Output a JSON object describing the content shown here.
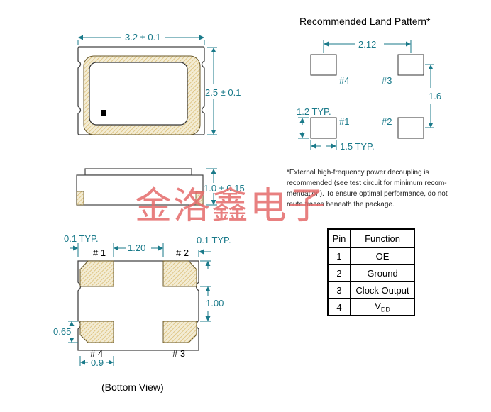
{
  "top_view": {
    "width_dim": "3.2 ± 0.1",
    "height_dim": "2.5 ± 0.1"
  },
  "side_view": {
    "thickness_dim": "1.0 ± 0.15"
  },
  "land_pattern": {
    "title": "Recommended Land Pattern*",
    "h_spacing": "2.12",
    "v_spacing": "1.6",
    "pad_h": "1.2  TYP.",
    "pad_w": "1.5  TYP.",
    "pad1": "#1",
    "pad2": "#2",
    "pad3": "#3",
    "pad4": "#4"
  },
  "note_lines": [
    "*External high-frequency power decoupling is",
    "recommended (see test circuit for minimum recom-",
    "mendation).  To ensure optimal performance, do not",
    "route traces beneath the package."
  ],
  "watermark": "金洛鑫电子",
  "bottom_view": {
    "caption": "(Bottom View)",
    "edge_left": "0.1 TYP.",
    "edge_right": "0.1 TYP.",
    "pad_spacing": "1.20",
    "pad_vspacing": "1.00",
    "pad_height": "0.65",
    "pad_width": "0.9",
    "pad1": "# 1",
    "pad2": "# 2",
    "pad3": "# 3",
    "pad4": "# 4"
  },
  "pin_table": {
    "headers": [
      "Pin",
      "Function"
    ],
    "rows": [
      {
        "pin": "1",
        "function": "OE"
      },
      {
        "pin": "2",
        "function": "Ground"
      },
      {
        "pin": "3",
        "function": "Clock Output"
      },
      {
        "pin": "4",
        "function": "V",
        "sub": "DD"
      }
    ]
  }
}
